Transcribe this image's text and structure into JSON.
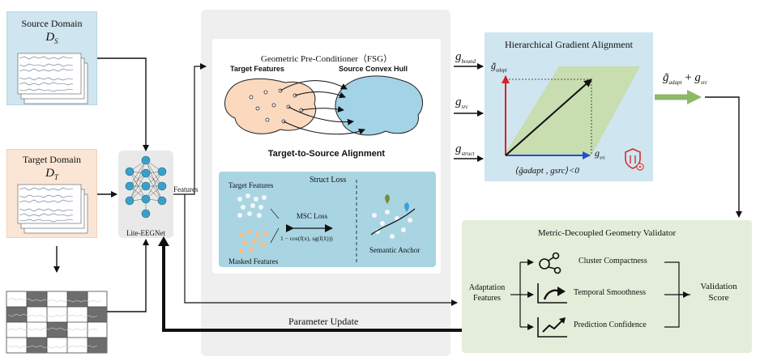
{
  "source_domain": {
    "title": "Source Domain",
    "symbol": "D",
    "subscript": "S"
  },
  "target_domain": {
    "title": "Target Domain",
    "symbol": "D",
    "subscript": "T"
  },
  "network": {
    "label": "Lite-EEGNet",
    "features_label": "Features"
  },
  "fsg": {
    "title": "Geometric Pre-Conditioner（FSG）",
    "target_features": "Target Features",
    "source_hull": "Source Convex Hull",
    "alignment": "Target-to-Source Alignment",
    "struct_loss": "Struct Loss",
    "target_features_small": "Target Features",
    "masked_features": "Masked Features",
    "msc_loss": "MSC Loss",
    "msc_formula": "1 − cos(f(x), sg(f(x̃)))",
    "semantic_anchor": "Semantic Anchor"
  },
  "gradients": {
    "g": "g",
    "bound": "bound",
    "src": "src",
    "struct": "struct"
  },
  "hga": {
    "title": "Hierarchical Gradient Alignment",
    "g_adapt": "adapt",
    "g_src": "src",
    "condition": "⟨g̃adapt , gsrc⟩<0"
  },
  "combined": {
    "text_main": "g̃",
    "sub1": "adapt",
    "plus": "+",
    "g2": "g",
    "sub2": "src"
  },
  "validator": {
    "title": "Metric-Decoupled Geometry Validator",
    "input": [
      "Adaptation",
      "Features"
    ],
    "metrics": [
      "Cluster Compactness",
      "Temporal Smoothness",
      "Prediction Confidence"
    ],
    "output": [
      "Validation",
      "Score"
    ]
  },
  "parameter_update": "Parameter Update",
  "colors": {
    "source_bg": "#cfe5ef",
    "target_bg": "#fbe6d6",
    "hga_bg": "#cfe5ef",
    "validator_bg": "#e4edda",
    "adapt_arrow": "#e02020",
    "src_arrow": "#2050d0",
    "combine_arrow": "#8db868",
    "shield": "#d03030"
  }
}
